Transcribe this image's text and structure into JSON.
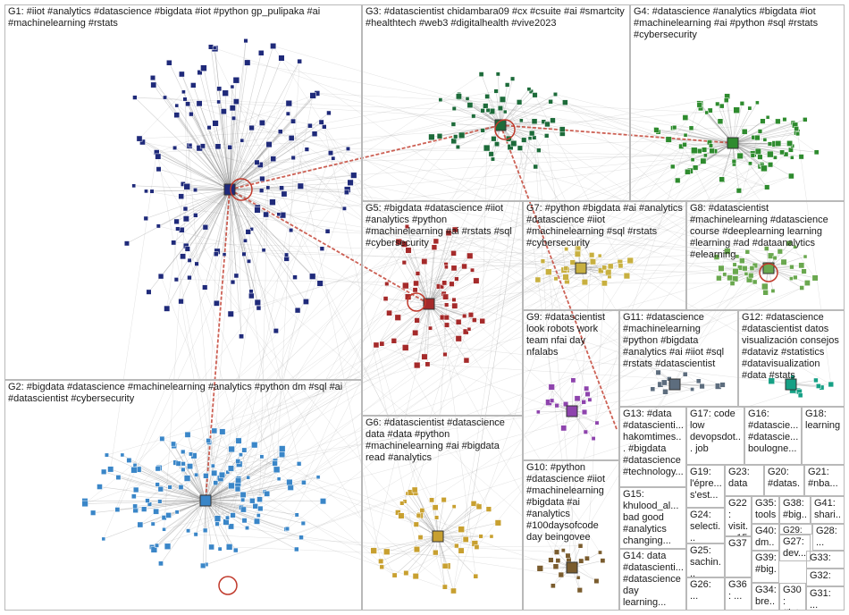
{
  "clusters": [
    {
      "id": "G1",
      "label": "G1: #iiot #analytics #datascience #bigdata #iot #python gp_pulipaka #ai #machinelearning #rstats",
      "color": "#1f2a7a"
    },
    {
      "id": "G2",
      "label": "G2: #bigdata #datascience #machinelearning #analytics #python dm #sql #ai #datascientist #cybersecurity",
      "color": "#3a86c8"
    },
    {
      "id": "G3",
      "label": "G3: #datascientist chidambara09 #cx #csuite #ai #smartcity #healthtech #web3 #digitalhealth #vive2023",
      "color": "#1d6b3a"
    },
    {
      "id": "G4",
      "label": "G4: #datascience #analytics #bigdata #iot #machinelearning #ai #python #sql #rstats #cybersecurity",
      "color": "#2e8b2e"
    },
    {
      "id": "G5",
      "label": "G5: #bigdata #datascience #iiot #analytics #python #machinelearning #ai #rstats #sql #cybersecurity",
      "color": "#a52a2a"
    },
    {
      "id": "G6",
      "label": "G6: #datascientist #datascience data #data #python #machinelearning #ai #bigdata read #analytics",
      "color": "#c8a030"
    },
    {
      "id": "G7",
      "label": "G7: #python #bigdata #ai #analytics #datascience #iiot #machinelearning #sql #rstats #cybersecurity",
      "color": "#c8b040"
    },
    {
      "id": "G8",
      "label": "G8: #datascientist #machinelearning #datascience course #deeplearning learning #learning #ad #dataanalytics #elearning",
      "color": "#6aa84f"
    },
    {
      "id": "G9",
      "label": "G9: #datascientist look robots work team nfai day nfalabs",
      "color": "#8e44ad"
    },
    {
      "id": "G10",
      "label": "G10: #python #datascience #iiot #machinelearning #bigdata #ai #analytics #100daysofcode day beingovee",
      "color": "#7a5c2e"
    },
    {
      "id": "G11",
      "label": "G11: #datascience #machinelearning #python #bigdata #analytics #ai #iiot #sql #rstats #datascientist",
      "color": "#5d6d7e"
    },
    {
      "id": "G12",
      "label": "G12: #datascience #datascientist datos visualización consejos #dataviz #statistics #datavisualization #data #stats",
      "color": "#16a085"
    },
    {
      "id": "G13",
      "label": "G13: #data #datascienti... hakomtimes... #bigdata #datascience #technology...",
      "color": "#555555"
    },
    {
      "id": "G14",
      "label": "G14: data #datascienti... #datascience day learning...",
      "color": "#555555"
    },
    {
      "id": "G15",
      "label": "G15: khulood_al... bad good #analytics changing...",
      "color": "#555555"
    },
    {
      "id": "G16",
      "label": "G16: #datascie... #datascie... boulogne...",
      "color": "#555555"
    },
    {
      "id": "G17",
      "label": "G17: code low devopsdot... job",
      "color": "#555555"
    },
    {
      "id": "G18",
      "label": "G18: learning",
      "color": "#555555"
    },
    {
      "id": "G19",
      "label": "G19: l'épre... s'est...",
      "color": "#555555"
    },
    {
      "id": "G20",
      "label": "G20: #datas...",
      "color": "#555555"
    },
    {
      "id": "G21",
      "label": "G21: #nba...",
      "color": "#555555"
    },
    {
      "id": "G22",
      "label": "G22: visit... 15",
      "color": "#555555"
    },
    {
      "id": "G23",
      "label": "G23: data",
      "color": "#555555"
    },
    {
      "id": "G24",
      "label": "G24: selecti...",
      "color": "#555555"
    },
    {
      "id": "G25",
      "label": "G25: sachin...",
      "color": "#555555"
    },
    {
      "id": "G26",
      "label": "G26: ...",
      "color": "#555555"
    },
    {
      "id": "G27",
      "label": "G27: dev...",
      "color": "#555555"
    },
    {
      "id": "G28",
      "label": "G28: ...",
      "color": "#555555"
    },
    {
      "id": "G29",
      "label": "G29: ...",
      "color": "#555555"
    },
    {
      "id": "G30",
      "label": "G30: #let...",
      "color": "#555555"
    },
    {
      "id": "G31",
      "label": "G31: ...",
      "color": "#555555"
    },
    {
      "id": "G32",
      "label": "G32: ...",
      "color": "#555555"
    },
    {
      "id": "G33",
      "label": "G33: ...",
      "color": "#555555"
    },
    {
      "id": "G34",
      "label": "G34: bre...",
      "color": "#555555"
    },
    {
      "id": "G35",
      "label": "G35: tools...",
      "color": "#555555"
    },
    {
      "id": "G36",
      "label": "G36: ...",
      "color": "#555555"
    },
    {
      "id": "G37",
      "label": "G37",
      "color": "#555555"
    },
    {
      "id": "G38",
      "label": "G38: #big...",
      "color": "#555555"
    },
    {
      "id": "G39",
      "label": "G39: #big...",
      "color": "#555555"
    },
    {
      "id": "G40",
      "label": "G40: dm...",
      "color": "#555555"
    },
    {
      "id": "G41",
      "label": "G41: shari...",
      "color": "#555555"
    }
  ],
  "colors": {
    "background": "#ffffff",
    "border": "#b9b9b9",
    "edge": "#7a7a7a",
    "hub_edge": "#c0392b"
  }
}
